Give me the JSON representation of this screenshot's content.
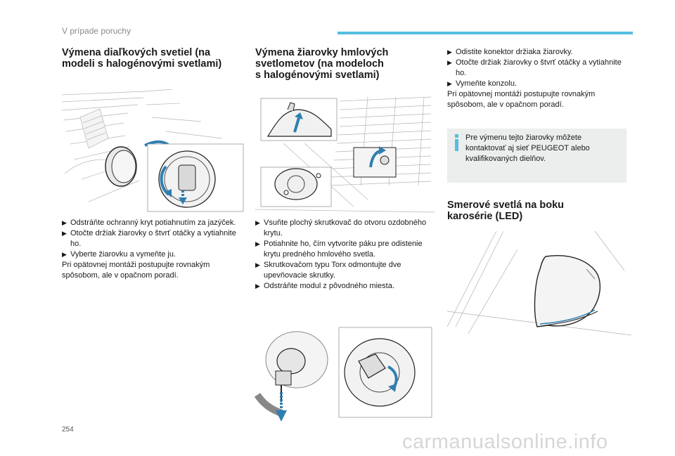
{
  "header": {
    "section_title": "V prípade poruchy",
    "accent_color": "#55bde0"
  },
  "col1": {
    "title_line1": "Výmena diaľkových svetiel (na",
    "title_line2": "modeli s halogénovými svetlami)",
    "bullet_icon": "arrow-bullet-icon",
    "bullets": [
      "Odstráňte ochranný kryt potiahnutím za jazýček.",
      "Otočte držiak žiarovky o štvrť otáčky a vytiahnite ho.",
      "Vyberte žiarovku a vymeňte ju."
    ],
    "note": "Pri opätovnej montáži postupujte rovnakým spôsobom, ale v opačnom poradí."
  },
  "col2": {
    "title_line1": "Výmena žiarovky hmlových",
    "title_line2": "svetlometov (na modeloch",
    "title_line3": "s halogénovými svetlami)",
    "bullets": [
      "Vsuňte plochý skrutkovač do otvoru ozdobného krytu.",
      "Potiahnite ho, čím vytvoríte páku pre odistenie krytu predného hmlového svetla.",
      "Skrutkovačom typu Torx odmontujte dve upevňovacie skrutky.",
      "Odstráňte modul z pôvodného miesta."
    ]
  },
  "col3": {
    "bullets": [
      "Odistite konektor držiaka žiarovky.",
      "Otočte držiak žiarovky o štvrť otáčky a vytiahnite ho.",
      "Vymeňte konzolu."
    ],
    "note": "Pri opätovnej montáži postupujte rovnakým spôsobom, ale v opačnom poradí.",
    "info_icon": "info-icon",
    "info_text": "Pre výmenu tejto žiarovky môžete kontaktovať aj sieť PEUGEOT alebo kvalifikovaných dielňov.",
    "title2_line1": "Smerové svetlá na boku",
    "title2_line2": "karosérie (LED)"
  },
  "footer": {
    "page_number": "254",
    "watermark": "carmanualsonline.info"
  }
}
